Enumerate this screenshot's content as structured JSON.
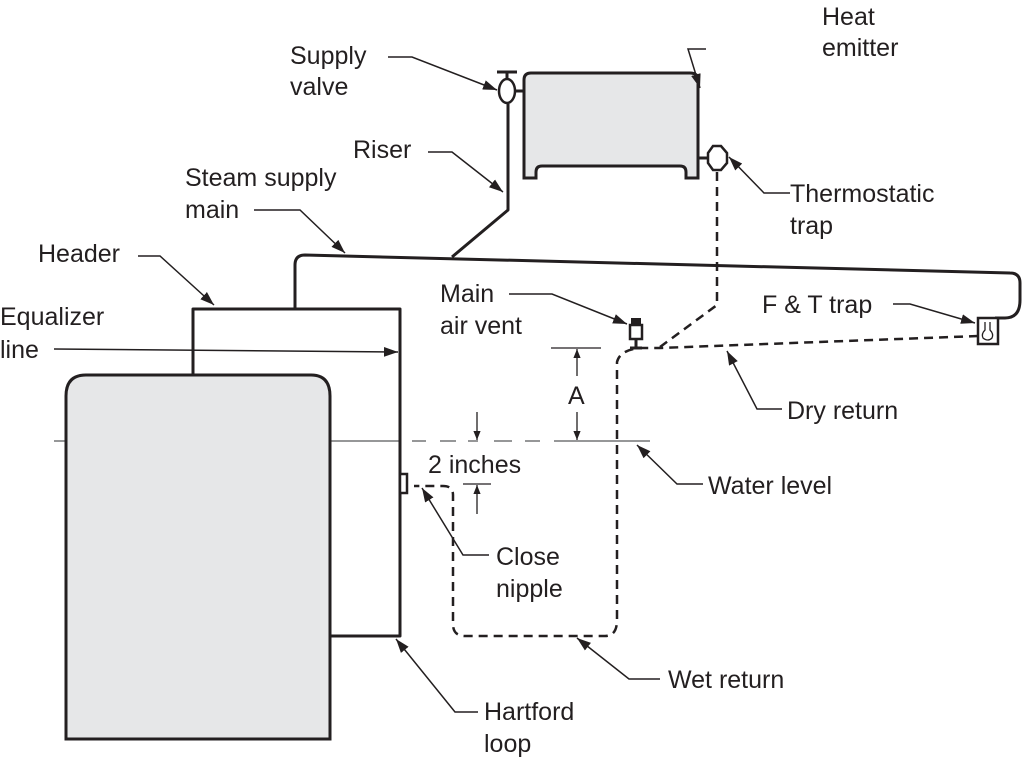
{
  "diagram": {
    "title": "Steam boiler piping with Hartford loop",
    "colors": {
      "line": "#231f20",
      "component_fill": "#e6e7e8",
      "water_level_line": "#58595b",
      "background": "#ffffff"
    },
    "labels": {
      "heat_emitter": [
        "Heat",
        "emitter"
      ],
      "supply_valve": [
        "Supply",
        "valve"
      ],
      "riser": [
        "Riser"
      ],
      "steam_supply_main": [
        "Steam supply",
        "main"
      ],
      "thermostatic_trap": [
        "Thermostatic",
        "trap"
      ],
      "header": [
        "Header"
      ],
      "equalizer_line": [
        "Equalizer",
        "line"
      ],
      "main_air_vent": [
        "Main",
        "air vent"
      ],
      "f_t_trap": [
        "F & T trap"
      ],
      "dimension_a": [
        "A"
      ],
      "dry_return": [
        "Dry return"
      ],
      "two_inches": [
        "2 inches"
      ],
      "water_level": [
        "Water level"
      ],
      "close_nipple": [
        "Close",
        "nipple"
      ],
      "wet_return": [
        "Wet return"
      ],
      "hartford_loop": [
        "Hartford",
        "loop"
      ]
    },
    "components": [
      {
        "id": "boiler",
        "icon": "boiler-icon"
      },
      {
        "id": "heat_emitter",
        "icon": "radiator-icon"
      },
      {
        "id": "supply_valve",
        "icon": "valve-icon"
      },
      {
        "id": "thermostatic_trap",
        "icon": "thermostatic-trap-icon"
      },
      {
        "id": "main_air_vent",
        "icon": "air-vent-icon"
      },
      {
        "id": "f_t_trap",
        "icon": "float-thermostatic-trap-icon"
      },
      {
        "id": "close_nipple",
        "icon": "close-nipple-icon"
      }
    ]
  }
}
